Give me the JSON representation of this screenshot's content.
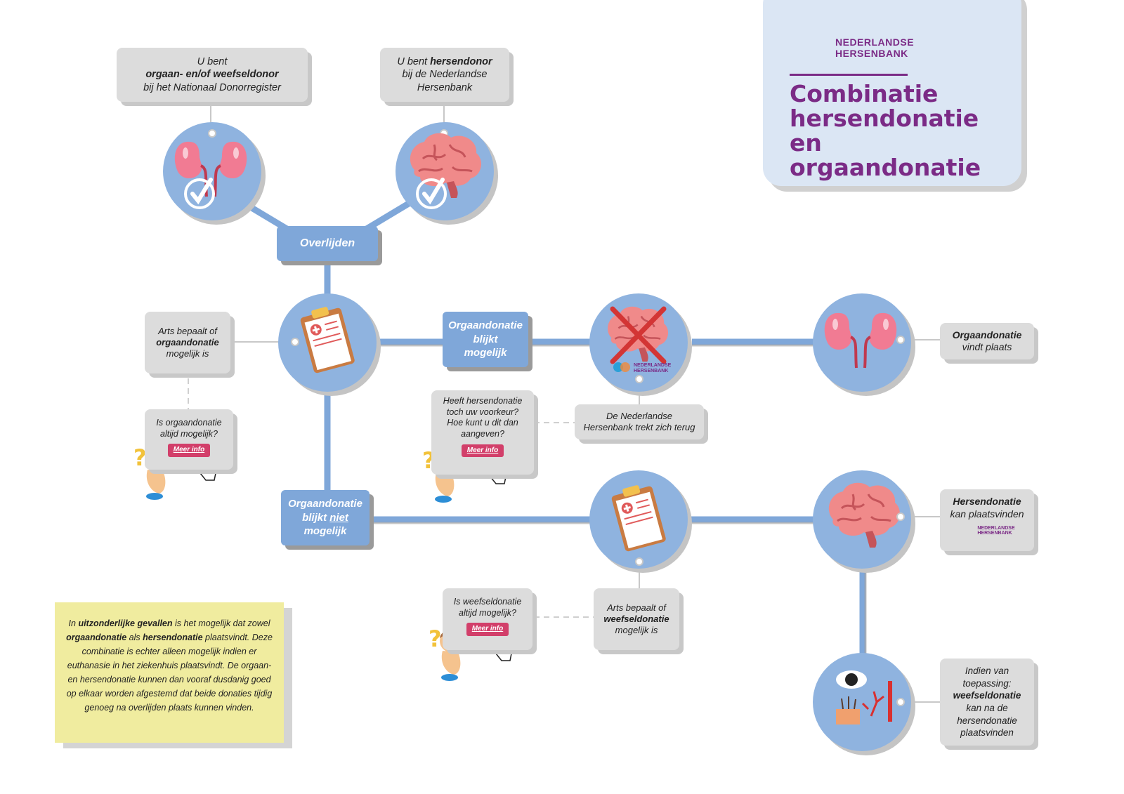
{
  "header": {
    "brand_line1": "NEDERLANDSE",
    "brand_line2": "HERSENBANK",
    "title_line1": "Combinatie",
    "title_line2": "hersendonatie en",
    "title_line3": "orgaandonatie"
  },
  "colors": {
    "circle_fill": "#8fb3df",
    "circle_shadow": "#c4c4c4",
    "connector": "#7fa7d9",
    "blue_box": "#7fa7d9",
    "gray_box": "#dcdcdc",
    "meer_info_button": "#d23f6a",
    "title_purple": "#7b2b86",
    "note_yellow": "#f0ec9f"
  },
  "donor_boxes": {
    "organ": {
      "line1": "U bent",
      "line2": "orgaan- en/of weefseldonor",
      "line3": "bij het Nationaal Donorregister"
    },
    "brain": {
      "line1_pre": "U bent ",
      "line1_bold": "hersendonor",
      "line2": "bij de Nederlandse",
      "line3": "Hersenbank"
    }
  },
  "nodes": {
    "overlijden": "Overlijden",
    "orgaan_mogelijk": {
      "line1": "Orgaandonatie",
      "line2": "blijkt",
      "line3": "mogelijk"
    },
    "orgaan_niet_mogelijk": {
      "line1": "Orgaandonatie",
      "line2_pre": "blijkt ",
      "line2_u": "niet",
      "line3": "mogelijk"
    }
  },
  "info_boxes": {
    "arts_orgaan": {
      "line1": "Arts bepaalt of",
      "line2": "orgaandonatie",
      "line3": "mogelijk is"
    },
    "arts_weefsel": {
      "line1": "Arts bepaalt of",
      "line2": "weefseldonatie",
      "line3": "mogelijk is"
    },
    "hersenbank_terug": {
      "line1": "De Nederlandse",
      "line2": "Hersenbank trekt zich terug"
    },
    "orgaan_plaats": {
      "line1": "Orgaandonatie",
      "line2": "vindt plaats"
    },
    "hersen_plaats": {
      "line1": "Hersendonatie",
      "line2": "kan plaatsvinden"
    },
    "weefsel_na": {
      "line1": "Indien van",
      "line2": "toepassing:",
      "line3": "weefseldonatie",
      "line4": "kan na de",
      "line5": "hersendonatie",
      "line6": "plaatsvinden"
    }
  },
  "question_boxes": {
    "q_orgaan": {
      "line1": "Is orgaandonatie",
      "line2": "altijd mogelijk?",
      "button": "Meer info"
    },
    "q_voorkeur": {
      "line1": "Heeft hersendonatie",
      "line2": "toch uw voorkeur?",
      "line3": "Hoe kunt u dit dan",
      "line4": "aangeven?",
      "button": "Meer info"
    },
    "q_weefsel": {
      "line1": "Is weefseldonatie",
      "line2": "altijd mogelijk?",
      "button": "Meer info"
    }
  },
  "note": {
    "p1": "In ",
    "b1": "uitzonderlijke gevallen",
    "p2": " is het mogelijk dat zowel ",
    "b2": "orgaandonatie",
    "p3": " als ",
    "b3": "hersendonatie",
    "p4": " plaatsvindt. Deze combinatie is echter alleen mogelijk indien er euthanasie in het ziekenhuis plaatsvindt. De orgaan- en hersendonatie kunnen dan vooraf dusdanig goed op elkaar worden afgestemd dat beide donaties tijdig genoeg na overlijden plaats kunnen vinden."
  },
  "icons": [
    "kidneys-icon",
    "brain-icon",
    "checkmark-icon",
    "clipboard-icon",
    "crossed-brain-icon",
    "eye-tissue-icon",
    "question-mark-icon",
    "hand-cursor-icon",
    "hersenbank-logo-icon"
  ]
}
